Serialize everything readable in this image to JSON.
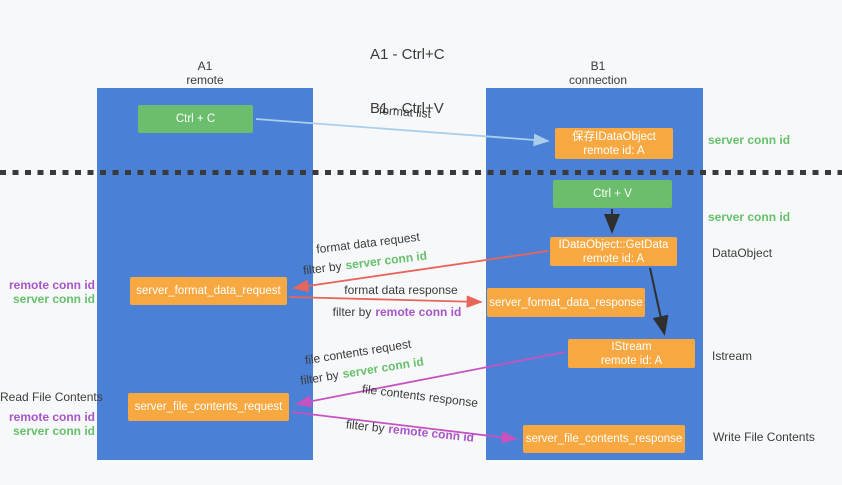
{
  "title": {
    "line1": "A1 - Ctrl+C",
    "line2": "B1 - Ctrl+V"
  },
  "lifelines": {
    "left": {
      "name": "A1",
      "role": "remote"
    },
    "right": {
      "name": "B1",
      "role": "connection"
    }
  },
  "nodes": {
    "ctrl_c": {
      "label": "Ctrl + C"
    },
    "save_idataobject": {
      "line1": "保存IDataObject",
      "line2": "remote id: A"
    },
    "ctrl_v": {
      "label": "Ctrl + V"
    },
    "getdata": {
      "line1": "IDataObject::GetData",
      "line2": "remote id: A"
    },
    "format_request": {
      "label": "server_format_data_request"
    },
    "format_response": {
      "label": "server_format_data_response"
    },
    "istream": {
      "line1": "IStream",
      "line2": "remote id: A"
    },
    "file_request": {
      "label": "server_file_contents_request"
    },
    "file_response": {
      "label": "server_file_contents_response"
    }
  },
  "arrows": {
    "format_list": {
      "label": "format list"
    },
    "format_data_request": {
      "label": "format data request",
      "filter_prefix": "filter by",
      "filter_key": "server conn id"
    },
    "format_data_response": {
      "label": "format data response",
      "filter_prefix": "filter by",
      "filter_key": "remote conn id"
    },
    "file_contents_request": {
      "label": "file contents request",
      "filter_prefix": "filter by",
      "filter_key": "server conn id"
    },
    "file_contents_response": {
      "label": "file contents response",
      "filter_prefix": "filter by",
      "filter_key": "remote conn id"
    }
  },
  "side_labels": {
    "right_server_conn_id_top": "server conn id",
    "right_server_conn_id_mid": "server conn id",
    "dataobject": "DataObject",
    "istream": "Istream",
    "write_file_contents": "Write File Contents",
    "left_remote_conn_id_top": "remote conn id",
    "left_server_conn_id_top": "server conn id",
    "read_file_contents": "Read File Contents",
    "left_remote_conn_id_bottom": "remote conn id",
    "left_server_conn_id_bottom": "server conn id"
  },
  "colors": {
    "lifeline_blue": "#4a80d5",
    "node_green": "#6abe6c",
    "node_orange": "#f7a841",
    "arrow_blue": "#aacfec",
    "arrow_red": "#e8655c",
    "arrow_magenta": "#c653c0",
    "arrow_black": "#2f2f2f",
    "text_green": "#67c06b",
    "text_purple": "#a855c8",
    "background": "#f7f8f9"
  }
}
